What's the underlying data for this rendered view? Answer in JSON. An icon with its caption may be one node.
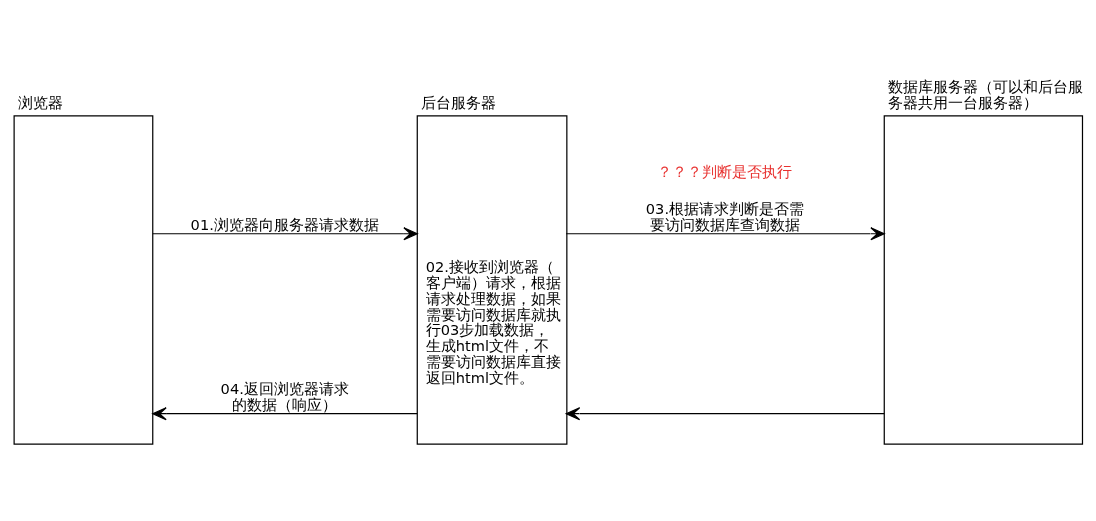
{
  "diagram": {
    "nodes": [
      {
        "text": [
          "浏览器"
        ]
      },
      {
        "text": [
          "后台服务器",
          "02.接收到浏览器（客户端）请求，根据请求处理数据，如果需要访问数据库就执行03步加载数据，生成html文件，不需要访问数据库直接返回html文件。"
        ]
      },
      {
        "text": [
          "数据库服务器（可以和后台服务器共用一台服务器）"
        ]
      }
    ],
    "edges": [
      {
        "from": 0,
        "to": 1,
        "arrow": "to",
        "label": "01.浏览器向服务器请求数据"
      },
      {
        "from": 1,
        "to": 0,
        "arrow": "to",
        "label": "04.返回浏览器请求的数据（响应）"
      },
      {
        "from": 1,
        "to": 2,
        "arrow": "to",
        "label": "03.根据请求判断是否需要访问数据库查询数据"
      },
      {
        "from": 2,
        "to": 1,
        "arrow": "to"
      }
    ],
    "labels": [
      "？？？判断是否执行"
    ]
  }
}
